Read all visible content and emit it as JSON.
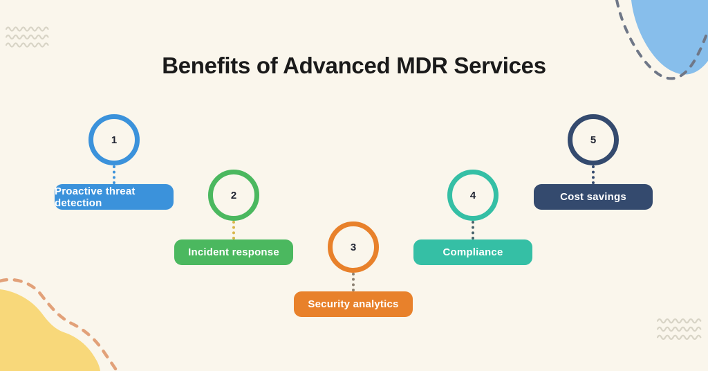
{
  "title": "Benefits of Advanced MDR Services",
  "background_color": "#FAF6EC",
  "steps": [
    {
      "number": "1",
      "label": "Proactive threat detection",
      "color": "#3B92DB",
      "connector_color": "#3B92DB"
    },
    {
      "number": "2",
      "label": "Incident response",
      "color": "#4BB85F",
      "connector_color": "#D8B64A"
    },
    {
      "number": "3",
      "label": "Security analytics",
      "color": "#E8812B",
      "connector_color": "#8D8273"
    },
    {
      "number": "4",
      "label": "Compliance",
      "color": "#35BFA5",
      "connector_color": "#47636B"
    },
    {
      "number": "5",
      "label": "Cost savings",
      "color": "#344A6E",
      "connector_color": "#344A6E"
    }
  ],
  "decorations": {
    "wave_color": "#D8D4C6",
    "blue_blob_color": "#87BEEB",
    "gray_dash_color": "#6F7787",
    "yellow_blob_color": "#F8D87A",
    "orange_dash_color": "#E2A179"
  }
}
